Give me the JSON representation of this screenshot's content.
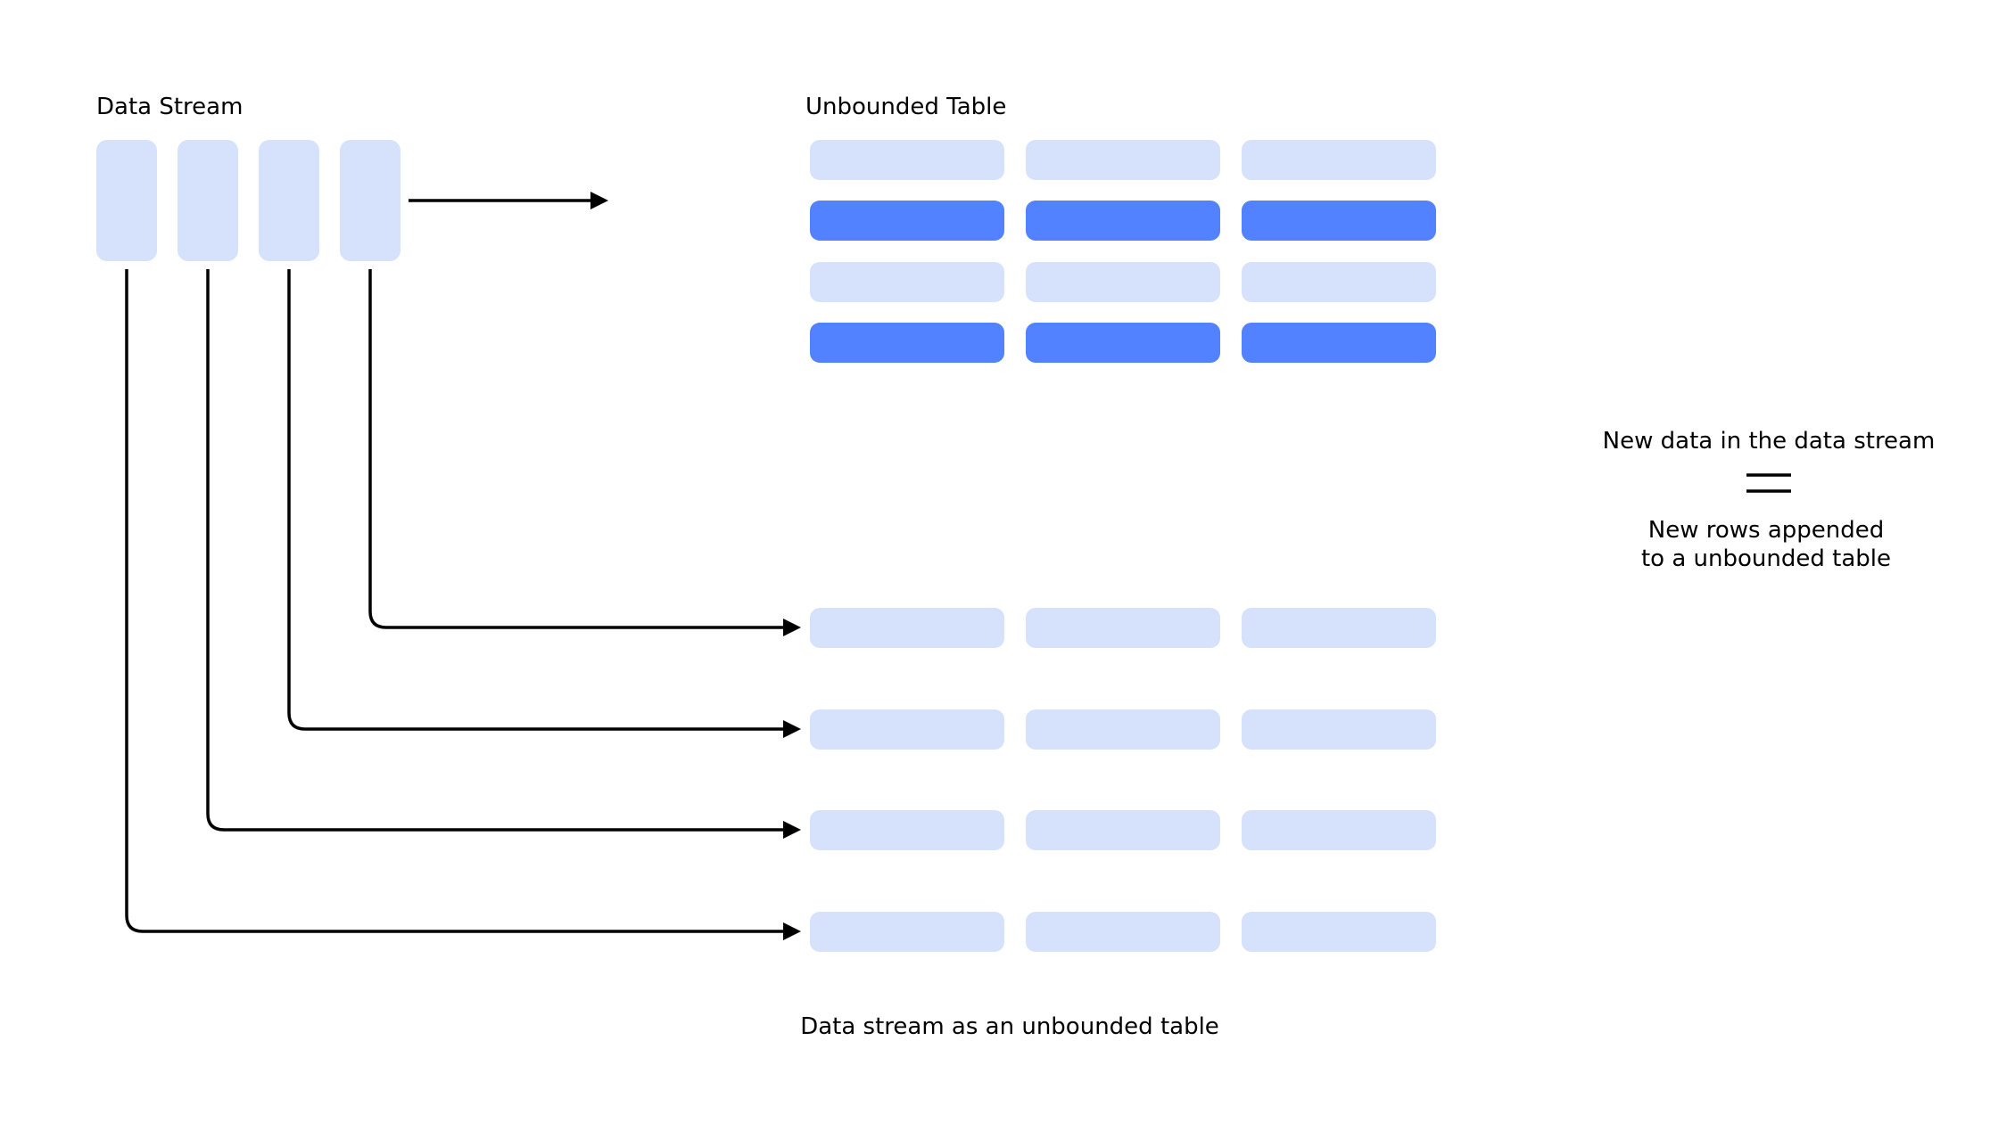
{
  "labels": {
    "data_stream": "Data Stream",
    "unbounded_table": "Unbounded Table",
    "caption": "Data stream as an unbounded table",
    "equation_top": "New data in the data stream",
    "equation_bottom_line1": "New rows appended",
    "equation_bottom_line2": "to a unbounded table"
  },
  "colors": {
    "light_block": "#d6e1fc",
    "highlight_block": "#5282ff",
    "line": "#000000",
    "text": "#000000",
    "background": "#ffffff"
  },
  "stream": {
    "item_count": 4
  },
  "table": {
    "column_count": 3,
    "top_rows": [
      {
        "kind": "existing"
      },
      {
        "kind": "new"
      },
      {
        "kind": "existing"
      },
      {
        "kind": "new"
      }
    ],
    "appended_rows": 4
  }
}
